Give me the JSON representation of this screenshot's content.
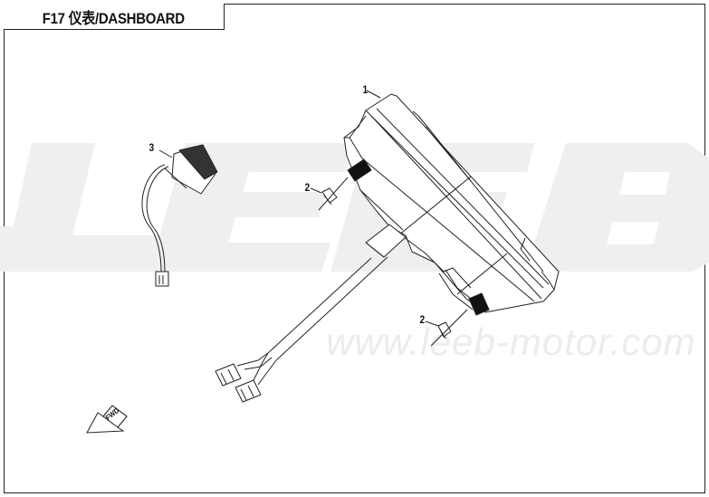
{
  "header": {
    "title": "F17 仪表/DASHBOARD"
  },
  "watermark": {
    "logo": "LEEB",
    "url": "www.leeb-motor.com"
  },
  "parts": [
    {
      "number": "1",
      "name": "dashboard-instrument-cluster"
    },
    {
      "number": "2",
      "name": "mounting-nut"
    },
    {
      "number": "2",
      "name": "mounting-nut"
    },
    {
      "number": "3",
      "name": "indicator-connector-with-wire"
    }
  ],
  "direction_indicator": {
    "label": "FWD"
  },
  "colors": {
    "line": "#222222",
    "watermark": "#ececec",
    "background": "#ffffff"
  }
}
